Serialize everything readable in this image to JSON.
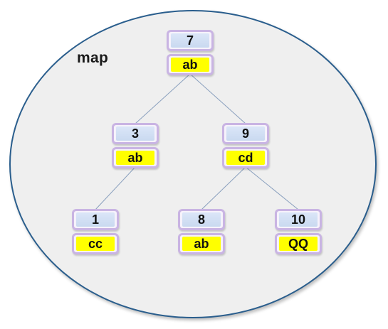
{
  "diagram": {
    "title": "map",
    "nodes": [
      {
        "id": "n7",
        "key": "7",
        "value": "ab",
        "parent": null
      },
      {
        "id": "n3",
        "key": "3",
        "value": "ab",
        "parent": "n7"
      },
      {
        "id": "n9",
        "key": "9",
        "value": "cd",
        "parent": "n7"
      },
      {
        "id": "n1",
        "key": "1",
        "value": "cc",
        "parent": "n3"
      },
      {
        "id": "n8",
        "key": "8",
        "value": "ab",
        "parent": "n9"
      },
      {
        "id": "n10",
        "key": "10",
        "value": "QQ",
        "parent": "n9"
      }
    ],
    "colors": {
      "key_fill": "#cfdcf2",
      "value_fill": "#ffff00",
      "node_border": "#c9b4e3",
      "edge": "#8aa0be",
      "boundary_border": "#2a5e8d",
      "boundary_fill": "#efefef"
    }
  }
}
